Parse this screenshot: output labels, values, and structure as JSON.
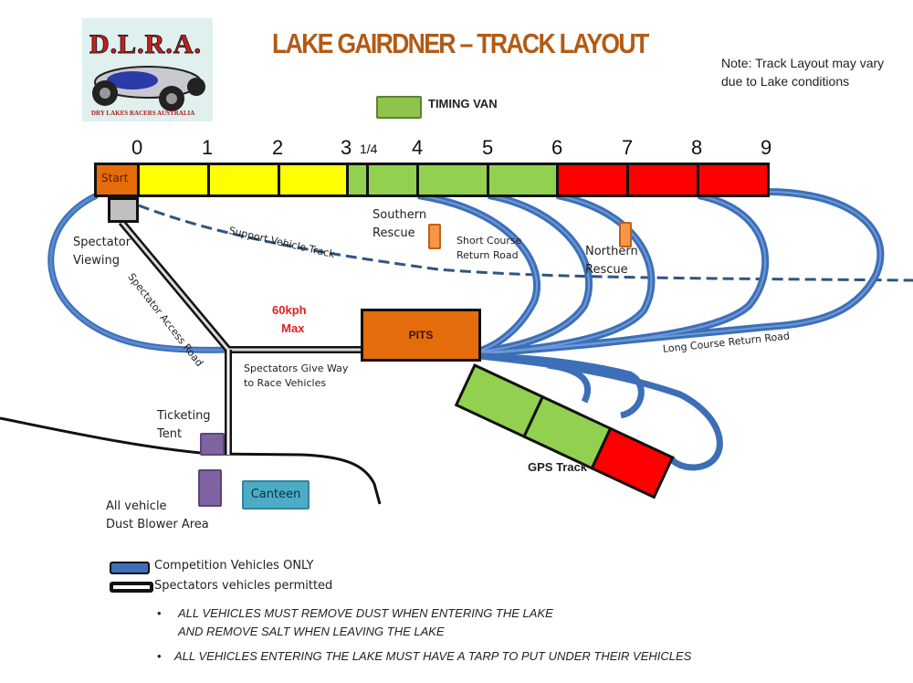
{
  "header": {
    "title": "LAKE GAIRDNER – TRACK LAYOUT",
    "note_line1": "Note:  Track Layout may vary",
    "note_line2": "due to Lake conditions"
  },
  "logo": {
    "text": "D.L.R.A.",
    "subtitle": "DRY LAKES RACERS AUSTRALIA"
  },
  "timing_van": {
    "label": "TIMING  VAN",
    "color": "#8fc44b"
  },
  "track": {
    "start_label": "Start",
    "quarter_label": "1/4",
    "mile_markers": [
      "0",
      "1",
      "2",
      "3",
      "4",
      "5",
      "6",
      "7",
      "8",
      "9"
    ],
    "segments": [
      {
        "from": "0",
        "to": "1",
        "color": "#ffff00"
      },
      {
        "from": "1",
        "to": "2",
        "color": "#ffff00"
      },
      {
        "from": "2",
        "to": "3",
        "color": "#ffff00"
      },
      {
        "from": "3",
        "to": "1/4",
        "color": "#92d050"
      },
      {
        "from": "1/4",
        "to": "4",
        "color": "#92d050"
      },
      {
        "from": "4",
        "to": "5",
        "color": "#92d050"
      },
      {
        "from": "5",
        "to": "6",
        "color": "#92d050"
      },
      {
        "from": "6",
        "to": "7",
        "color": "#ff0000"
      },
      {
        "from": "7",
        "to": "8",
        "color": "#ff0000"
      },
      {
        "from": "8",
        "to": "9",
        "color": "#ff0000"
      }
    ]
  },
  "labels": {
    "spectator_viewing_1": "Spectator",
    "spectator_viewing_2": "Viewing",
    "spectator_access_road": "Spectator Access Road",
    "support_vehicle_track": "Support Vehicle Track",
    "southern_rescue_1": "Southern",
    "southern_rescue_2": "Rescue",
    "short_course_1": "Short Course",
    "short_course_2": "Return Road",
    "northern_rescue_1": "Northern",
    "northern_rescue_2": "Rescue",
    "speed_1": "60kph",
    "speed_2": "Max",
    "pits": "PITS",
    "give_way_1": "Spectators Give Way",
    "give_way_2": "to Race Vehicles",
    "long_course": "Long Course Return Road",
    "gps_track": "GPS Track",
    "ticketing_1": "Ticketing",
    "ticketing_2": "Tent",
    "dust_1": "All vehicle",
    "dust_2": "Dust Blower Area",
    "canteen": "Canteen"
  },
  "legend": [
    {
      "label": "Competition Vehicles ONLY",
      "color": "#3d6fb8"
    },
    {
      "label": "Spectators vehicles permitted",
      "color": "#111111"
    }
  ],
  "rules": {
    "rule1_line1": "ALL VEHICLES  MUST REMOVE DUST WHEN ENTERING  THE LAKE",
    "rule1_line2": "AND REMOVE SALT WHEN LEAVING  THE LAKE",
    "rule2": "ALL VEHICLES  ENTERING  THE LAKE MUST HAVE A TARP TO PUT UNDER  THEIR  VEHICLES"
  },
  "colors": {
    "title": "#b35a14",
    "competition_track": "#3d6fb8",
    "pits": "#e46c0a",
    "rescue": "#f79646",
    "ticketing": "#8064a2",
    "canteen": "#4bacc6",
    "speed_text": "#e02020"
  }
}
